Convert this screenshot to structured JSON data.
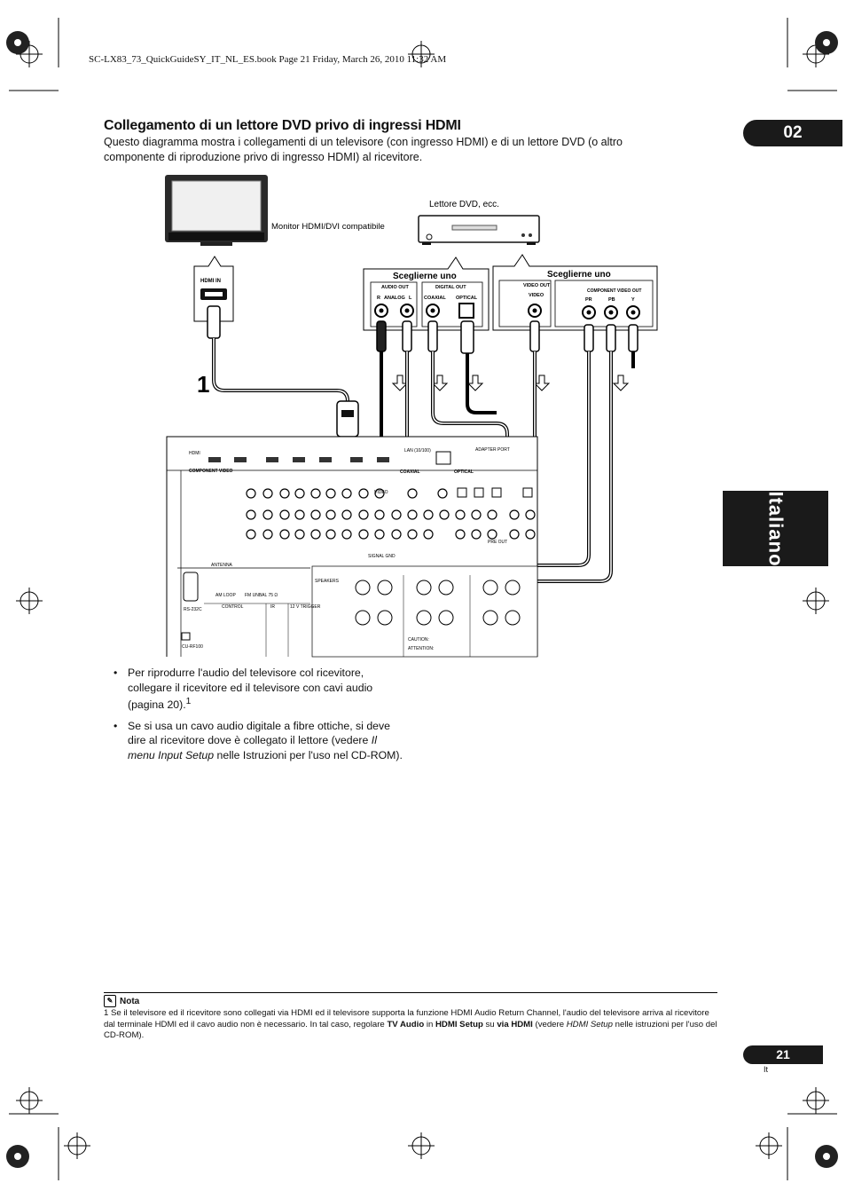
{
  "header": {
    "book_line": "SC-LX83_73_QuickGuideSY_IT_NL_ES.book  Page 21  Friday, March 26, 2010  11:32 AM"
  },
  "chapter": {
    "number": "02"
  },
  "language_tab": {
    "label": "Italiano"
  },
  "section": {
    "title": "Collegamento di un lettore DVD privo di ingressi HDMI",
    "intro": "Questo diagramma mostra i collegamenti di un televisore (con ingresso HDMI) e di un lettore DVD (o altro componente di riproduzione privo di ingresso HDMI) al ricevitore."
  },
  "diagram": {
    "tv_label": "Monitor HDMI/DVI compatibile",
    "dvd_label": "Lettore DVD, ecc.",
    "callout_audio_title": "Sceglierne uno",
    "callout_video_title": "Sceglierne uno",
    "hdmi_in": "HDMI IN",
    "audio_out": "AUDIO OUT",
    "analog_r": "R",
    "analog": "ANALOG",
    "analog_l": "L",
    "digital_out": "DIGITAL OUT",
    "coaxial": "COAXIAL",
    "optical": "OPTICAL",
    "video_out": "VIDEO OUT",
    "video": "VIDEO",
    "component_video_out": "COMPONENT VIDEO OUT",
    "pr": "PR",
    "pb": "PB",
    "y": "Y",
    "step_number": "1",
    "receiver": {
      "hdmi": "HDMI",
      "lan": "LAN (10/100)",
      "adapter_port": "ADAPTER PORT",
      "component_video": "COMPONENT VIDEO",
      "coaxial": "COAXIAL",
      "optical": "OPTICAL",
      "antenna": "ANTENNA",
      "rs232c": "RS-232C",
      "control": "CONTROL",
      "ir": "IR",
      "trigger": "12 V TRIGGER",
      "speakers": "SPEAKERS",
      "pre_out": "PRE OUT",
      "caution": "CAUTION:",
      "attention": "ATTENTION:",
      "video": "VIDEO",
      "signal_gnd": "SIGNAL GND",
      "cu_rf100": "CU-RF100",
      "am_loop": "AM LOOP",
      "fm_unbal": "FM UNBAL 75 Ω"
    }
  },
  "bullets": {
    "b1_text": "Per riprodurre l'audio del televisore col ricevitore, collegare il ricevitore ed il televisore con cavi audio (pagina  20).",
    "b1_sup": "1",
    "b2_before": "Se si usa un cavo audio digitale a fibre ottiche, si deve dire al ricevitore dove è collegato il lettore (vedere ",
    "b2_italic": "Il menu Input Setup",
    "b2_after": " nelle Istruzioni per l'uso nel CD-ROM)."
  },
  "note": {
    "heading": "Nota",
    "number": "1",
    "t1": "Se il televisore ed il ricevitore sono collegati via HDMI ed il televisore supporta la funzione HDMI Audio Return Channel, l'audio del televisore arriva al ricevitore dal terminale HDMI ed il cavo audio non è necessario. In tal caso, regolare ",
    "tv_audio": "TV Audio",
    "in": " in ",
    "hdmi_setup": "HDMI Setup",
    "su": " su ",
    "via_hdmi": "via HDMI",
    "vedere": " (vedere ",
    "hdmi_setup_italic": "HDMI Setup",
    "t2": " nelle istruzioni per l'uso del CD-ROM)."
  },
  "footer": {
    "page_number": "21",
    "lang_code": "It"
  }
}
